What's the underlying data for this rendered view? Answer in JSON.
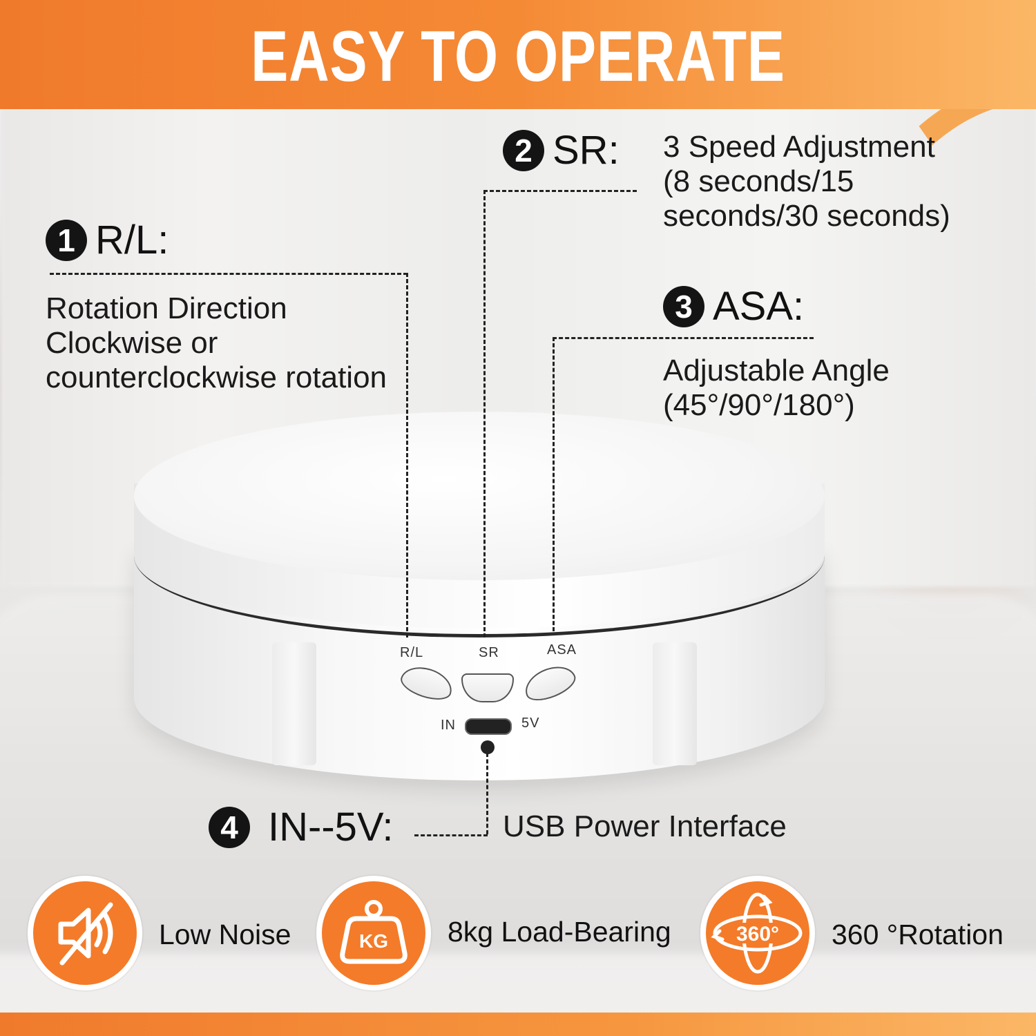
{
  "header": {
    "title": "EASY TO OPERATE"
  },
  "device": {
    "labels": {
      "rl": "R/L",
      "sr": "SR",
      "asa": "ASA",
      "in": "IN",
      "v5": "5V"
    }
  },
  "callouts": [
    {
      "number": "1",
      "title": "R/L:",
      "lines": [
        "Rotation Direction",
        "Clockwise or",
        "counterclockwise rotation"
      ]
    },
    {
      "number": "2",
      "title": "SR:",
      "lines": [
        "3 Speed Adjustment",
        "(8 seconds/15",
        "seconds/30 seconds)"
      ]
    },
    {
      "number": "3",
      "title": "ASA:",
      "lines": [
        "Adjustable Angle",
        "(45°/90°/180°)"
      ]
    },
    {
      "number": "4",
      "title": "IN--5V:",
      "lines": [
        "USB Power Interface"
      ]
    }
  ],
  "features": [
    {
      "icon": "muted-speaker-icon",
      "label": "Low Noise"
    },
    {
      "icon": "kg-weight-icon",
      "label": "8kg Load-Bearing",
      "icon_text": "KG"
    },
    {
      "icon": "rotation-360-icon",
      "label": "360 °Rotation",
      "icon_text": "360°"
    }
  ],
  "colors": {
    "accent": "#f47b29",
    "accent_light": "#fbb766",
    "text": "#111111",
    "badge": "#141414"
  }
}
